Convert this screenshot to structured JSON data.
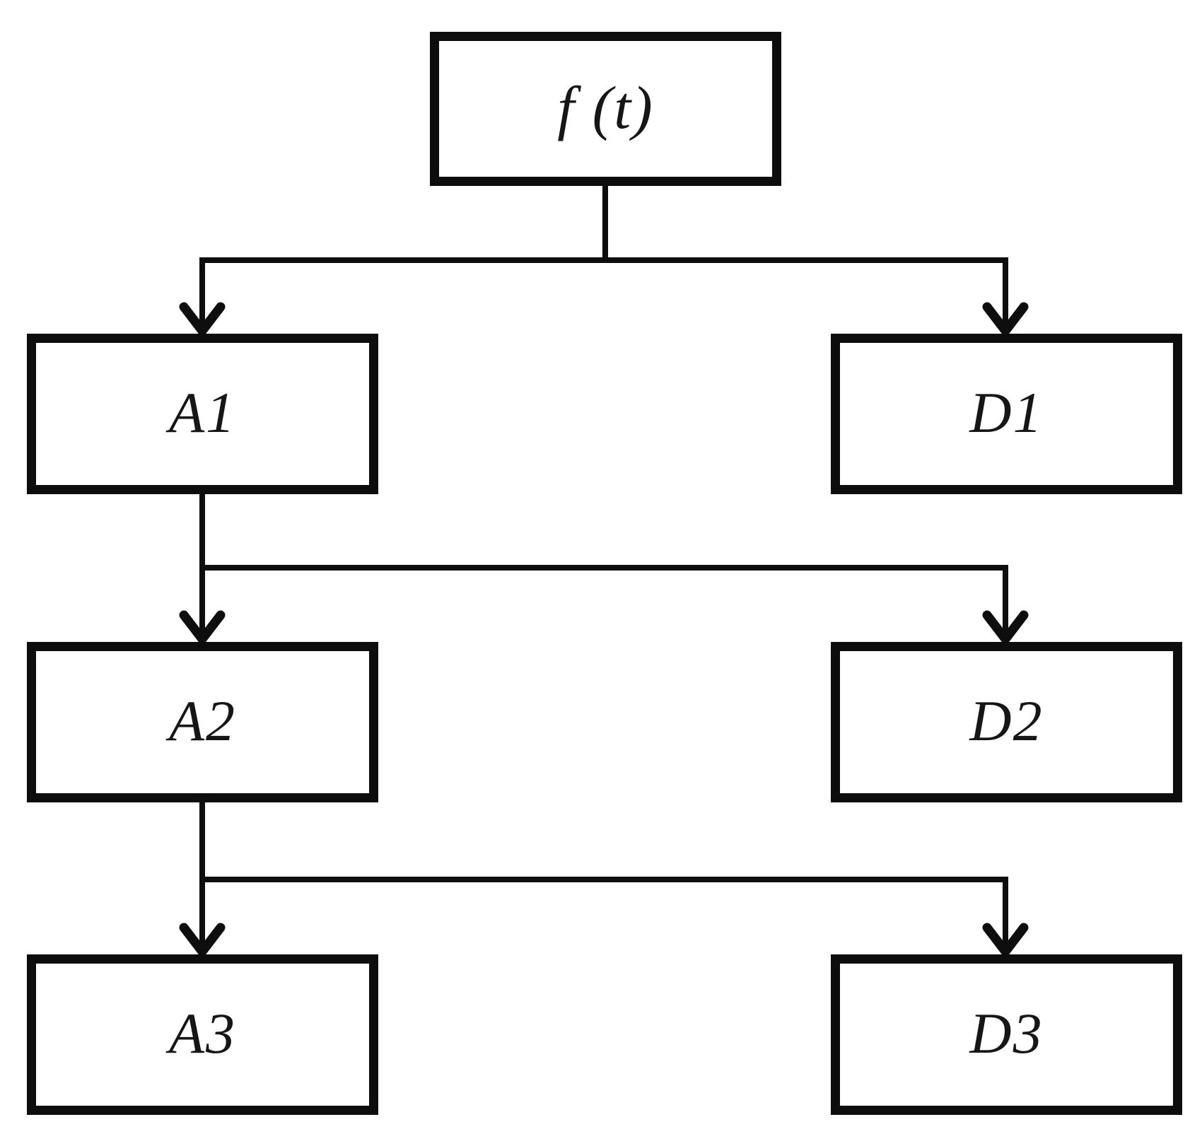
{
  "diagram": {
    "type": "tree",
    "description": "Three-level wavelet decomposition tree of signal f(t) into approximation (A) and detail (D) coefficients",
    "colors": {
      "background": "#ffffff",
      "line": "#0e0e0e",
      "box_border": "#0d0d0d",
      "text": "#161616"
    },
    "nodes": {
      "ft": {
        "label": "f (t)"
      },
      "a1": {
        "label": "A1"
      },
      "d1": {
        "label": "D1"
      },
      "a2": {
        "label": "A2"
      },
      "d2": {
        "label": "D2"
      },
      "a3": {
        "label": "A3"
      },
      "d3": {
        "label": "D3"
      }
    },
    "edges": [
      {
        "from": "f (t)",
        "to": "A1"
      },
      {
        "from": "f (t)",
        "to": "D1"
      },
      {
        "from": "A1",
        "to": "A2"
      },
      {
        "from": "A1",
        "to": "D2"
      },
      {
        "from": "A2",
        "to": "A3"
      },
      {
        "from": "A2",
        "to": "D3"
      }
    ]
  }
}
